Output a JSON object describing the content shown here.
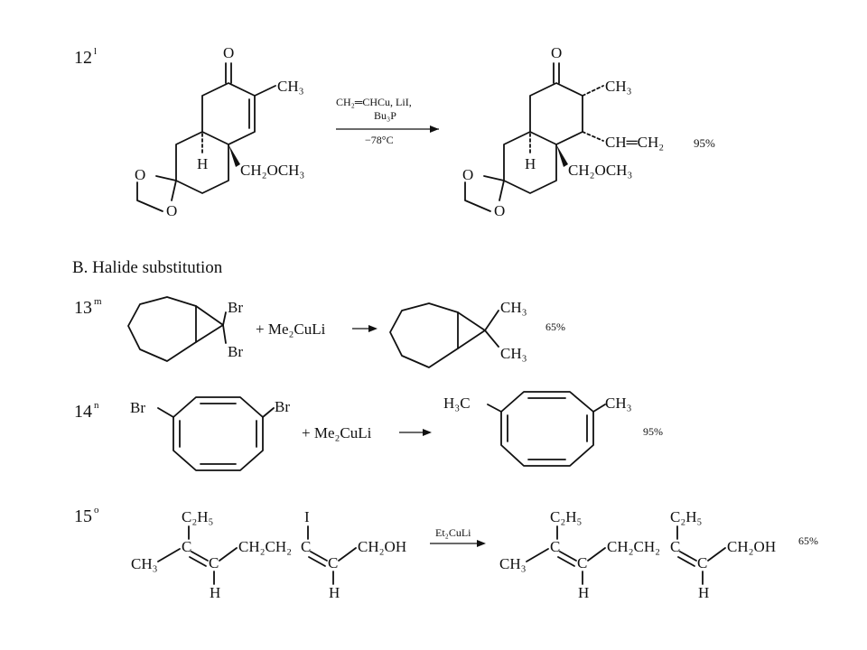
{
  "section_b_title": "B.  Halide substitution",
  "entries": [
    {
      "number": "12",
      "reference": "l",
      "reagents": [
        "CH₂═CHCu, LiI,",
        "Bu₃P",
        "−78°C"
      ],
      "yield": "95%",
      "labels": {
        "oxo": "O",
        "methyl": "CH₃",
        "h": "H",
        "methoxymethyl": "CH₂OCH₃",
        "acetal_o1": "O",
        "acetal_o2": "O",
        "vinyl": "CH═CH₂"
      }
    },
    {
      "number": "13",
      "reference": "m",
      "reagent": "+ Me₂CuLi",
      "yield": "65%",
      "labels": {
        "br1": "Br",
        "br2": "Br",
        "me1": "CH₃",
        "me2": "CH₃"
      }
    },
    {
      "number": "14",
      "reference": "n",
      "reagent": "+ Me₂CuLi",
      "yield": "95%",
      "labels": {
        "br_left": "Br",
        "br_right": "Br",
        "me_left": "H₃C",
        "me_right": "CH₃"
      }
    },
    {
      "number": "15",
      "reference": "o",
      "reagent_above": "Et₂CuLi",
      "yield": "65%",
      "labels": {
        "ethyl": "C₂H₅",
        "c": "C",
        "methyl": "CH₃",
        "h": "H",
        "chain": "CH₂CH₂",
        "iodo": "I",
        "hydroxymethyl": "CH₂OH"
      }
    }
  ]
}
